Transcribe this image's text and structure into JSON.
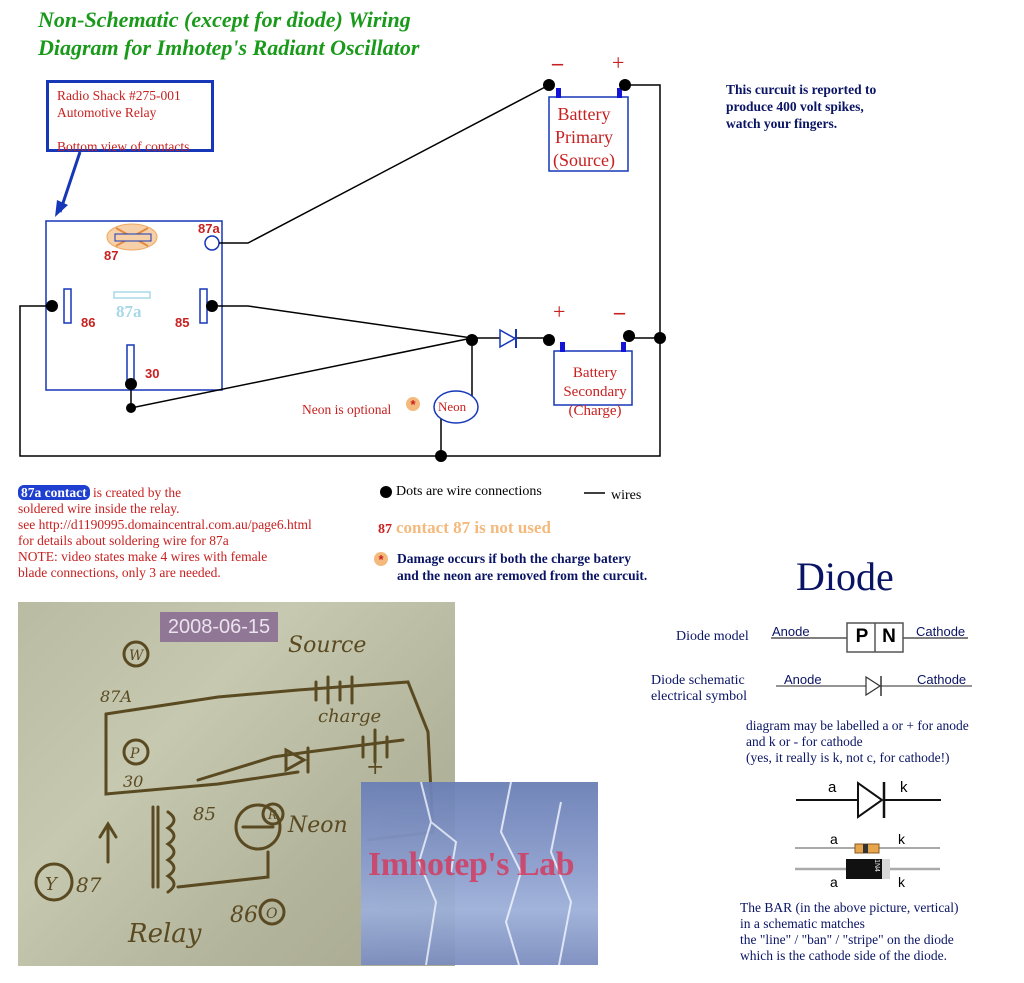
{
  "title": {
    "line1": "Non-Schematic (except for diode) Wiring",
    "line2": "Diagram  for Imhotep's Radiant Oscillator"
  },
  "relay_callout": {
    "line1": "Radio Shack #275-001",
    "line2": "Automotive Relay",
    "line3": "Bottom view of contacts"
  },
  "relay_pins": {
    "p87": "87",
    "p87a": "87a",
    "p87a_faint": "87a",
    "p86": "86",
    "p85": "85",
    "p30": "30"
  },
  "battery_primary": {
    "minus": "–",
    "plus": "+",
    "line1": "Battery",
    "line2": "Primary",
    "line3": "(Source)"
  },
  "battery_secondary": {
    "plus": "+",
    "minus": "–",
    "line1": "Battery",
    "line2": "Secondary",
    "line3": "(Charge)"
  },
  "neon": {
    "label": "Neon",
    "optional": "Neon is optional"
  },
  "warning": {
    "line1": "This curcuit is reported to",
    "line2": "produce 400 volt spikes,",
    "line3": "watch your fingers."
  },
  "legend": {
    "dots": "Dots are wire connections",
    "wires": "wires",
    "contact87_num": "87",
    "contact87": "contact 87 is not used",
    "damage1": "Damage occurs if both the charge batery",
    "damage2": "and the neon are removed from the curcuit."
  },
  "notes": {
    "tag": "87a contact",
    "line1": " is created by the",
    "line2": "soldered wire inside the relay.",
    "line3": "see http://d1190995.domaincentral.com.au/page6.html",
    "line4": "for details about soldering wire for 87a",
    "line5": "NOTE: video states make 4 wires with female",
    "line6": "blade connections, only 3 are needed."
  },
  "diode_info": {
    "title": "Diode",
    "model_label": "Diode model",
    "anode": "Anode",
    "cathode": "Cathode",
    "p": "P",
    "n": "N",
    "schematic_label1": "Diode schematic",
    "schematic_label2": "electrical symbol",
    "note1": "diagram may be labelled a or + for anode",
    "note2": "and k or - for cathode",
    "note3": "(yes, it really is k, not c, for cathode!)",
    "a": "a",
    "k": "k",
    "body_text": "1N4",
    "bar1": "The BAR (in the above picture, vertical)",
    "bar2": " in a schematic matches",
    "bar3": "the \"line\" / \"ban\" / \"stripe\" on the diode",
    "bar4": "which is the cathode side of the diode."
  },
  "photo": {
    "date": "2008-06-15",
    "watermark": "Imhotep's Lab",
    "sketch": {
      "source": "Source",
      "charge": "charge",
      "s87a": "87A",
      "s30": "30",
      "s85": "85",
      "neon": "Neon",
      "s87": "87",
      "relay": "Relay",
      "s86": "86",
      "w": "W",
      "p": "P",
      "y": "Y",
      "r": "R",
      "o": "O",
      "plus": "+"
    }
  },
  "colors": {
    "wire": "#000000",
    "relay_outline": "#1537b8",
    "label_red": "#c82020",
    "navy": "#0a1464",
    "title_green": "#1a9a1a",
    "contact87": "#f4b97c",
    "terminal": "#1414d8"
  }
}
